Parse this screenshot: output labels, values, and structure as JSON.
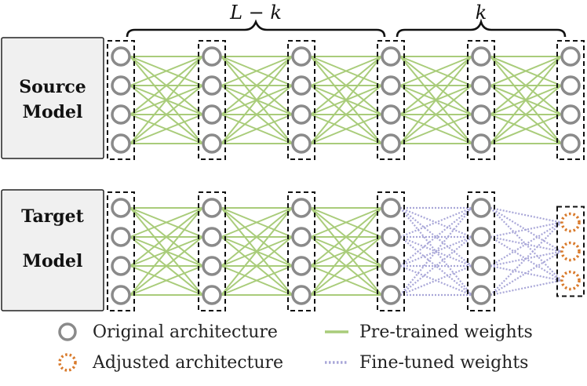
{
  "source_model": {
    "label_line1": "Source",
    "label_line2": "Model"
  },
  "target_model": {
    "label_line1": "Target",
    "label_line2": "Model"
  },
  "braces": {
    "frozen_label": "L − k",
    "tuned_label": "k"
  },
  "legend": {
    "original_architecture": "Original architecture",
    "adjusted_architecture": "Adjusted architecture",
    "pretrained_weights": "Pre-trained weights",
    "finetuned_weights": "Fine-tuned weights"
  },
  "colors": {
    "node_original": "#8a8a8a",
    "node_adjusted": "#d97a2b",
    "edge_pretrained": "#a9cc7a",
    "edge_finetuned": "#a9a7d8",
    "model_box_fill": "#f0f0f0",
    "dashed_border": "#111111"
  },
  "network": {
    "source_layer_nodes": [
      4,
      4,
      4,
      4,
      4,
      4
    ],
    "target_layer_nodes": [
      4,
      4,
      4,
      4,
      4,
      3
    ],
    "source_edge_types": [
      "pretrained",
      "pretrained",
      "pretrained",
      "pretrained",
      "pretrained"
    ],
    "target_edge_types": [
      "pretrained",
      "pretrained",
      "pretrained",
      "finetuned",
      "finetuned"
    ],
    "target_last_layer_style": "adjusted"
  }
}
